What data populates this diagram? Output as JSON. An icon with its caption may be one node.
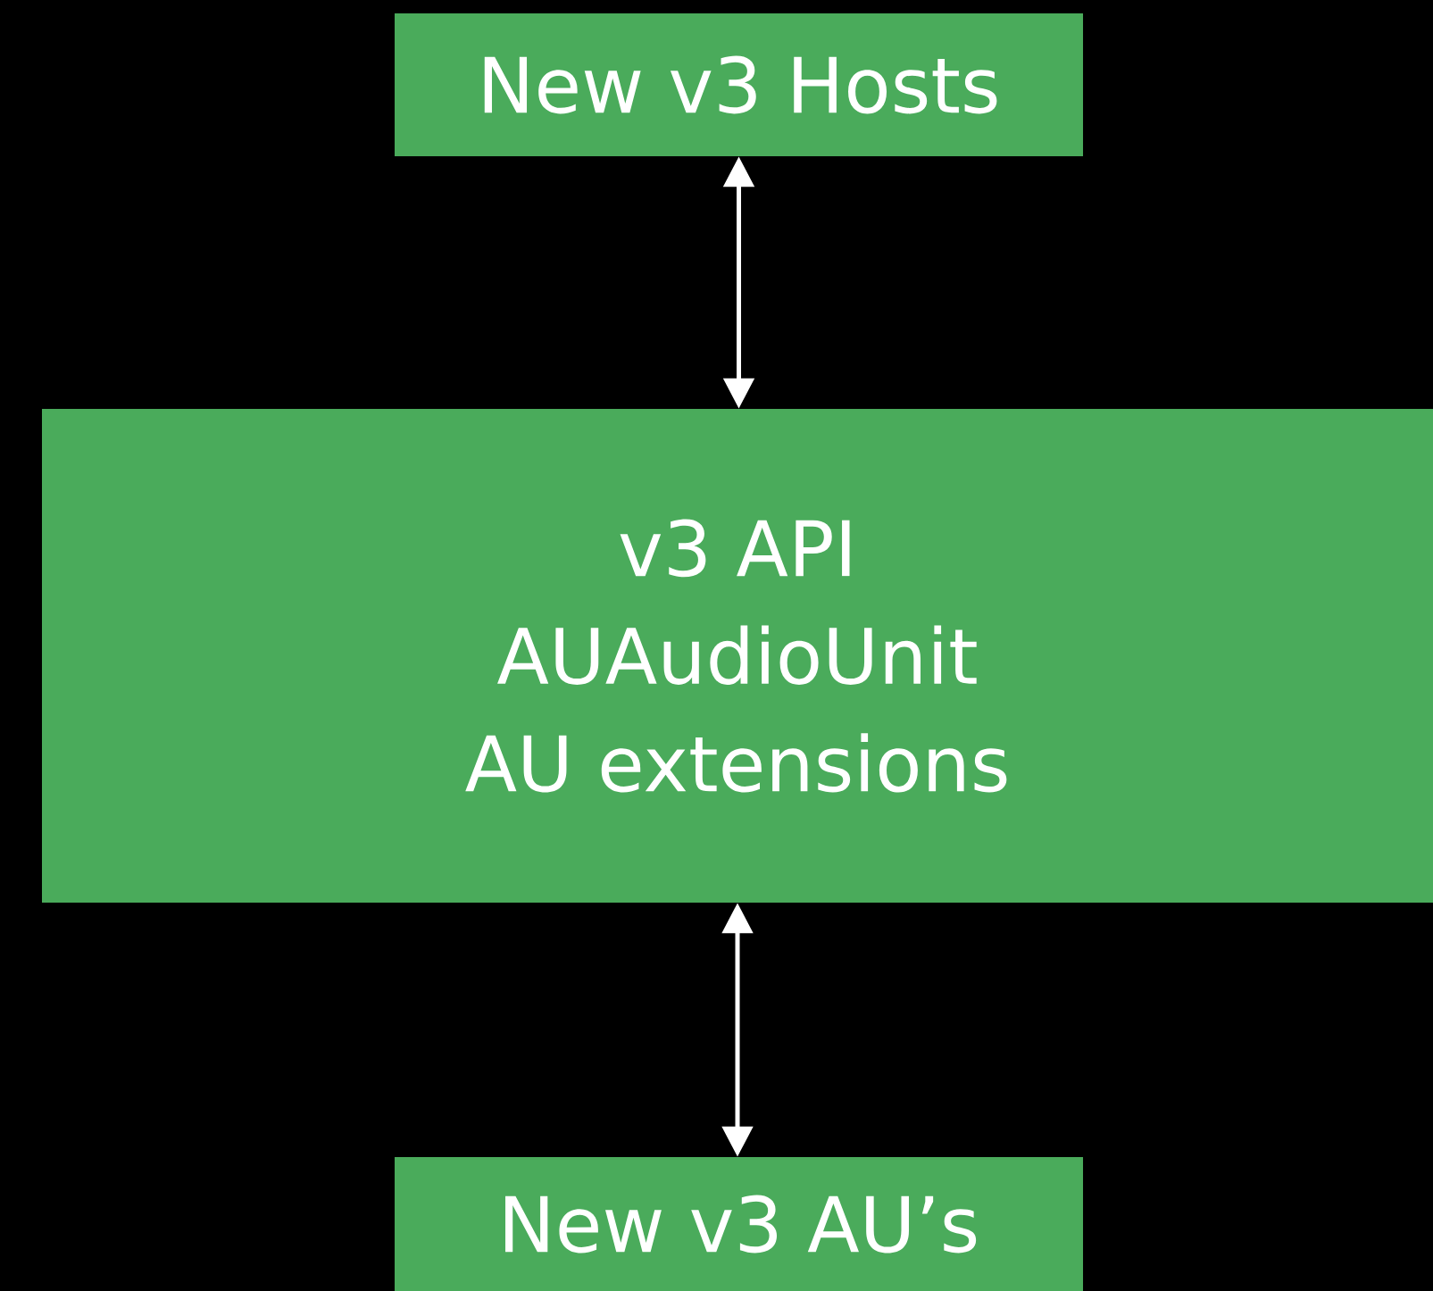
{
  "diagram": {
    "nodes": [
      {
        "text": [
          "New v3 Hosts"
        ]
      },
      {
        "text": [
          "v3 API",
          "AUAudioUnit",
          "AU extensions"
        ]
      },
      {
        "text": [
          "New v3 AU’s"
        ]
      }
    ],
    "edges": [
      {
        "from": 0,
        "to": 1,
        "arrow": "both"
      },
      {
        "from": 1,
        "to": 2,
        "arrow": "both"
      }
    ]
  }
}
